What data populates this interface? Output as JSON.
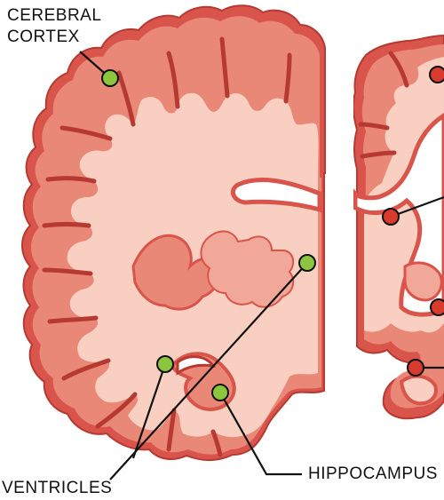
{
  "labels": {
    "cerebral_cortex": [
      "CEREBRAL",
      "CORTEX"
    ],
    "ventricles": "VENTRICLES",
    "hippocampus": "HIPPOCAMPUS"
  },
  "colors": {
    "outer_cortex": "#d9544a",
    "cortex_mid": "#ea8877",
    "white_matter": "#f9cfc2",
    "deep_shadow": "#b63a32",
    "marker_healthy": "#8cc63f",
    "marker_damaged": "#d83a2e",
    "leader_line": "#111111"
  },
  "panels": [
    "healthy-brain-section",
    "affected-brain-section"
  ]
}
